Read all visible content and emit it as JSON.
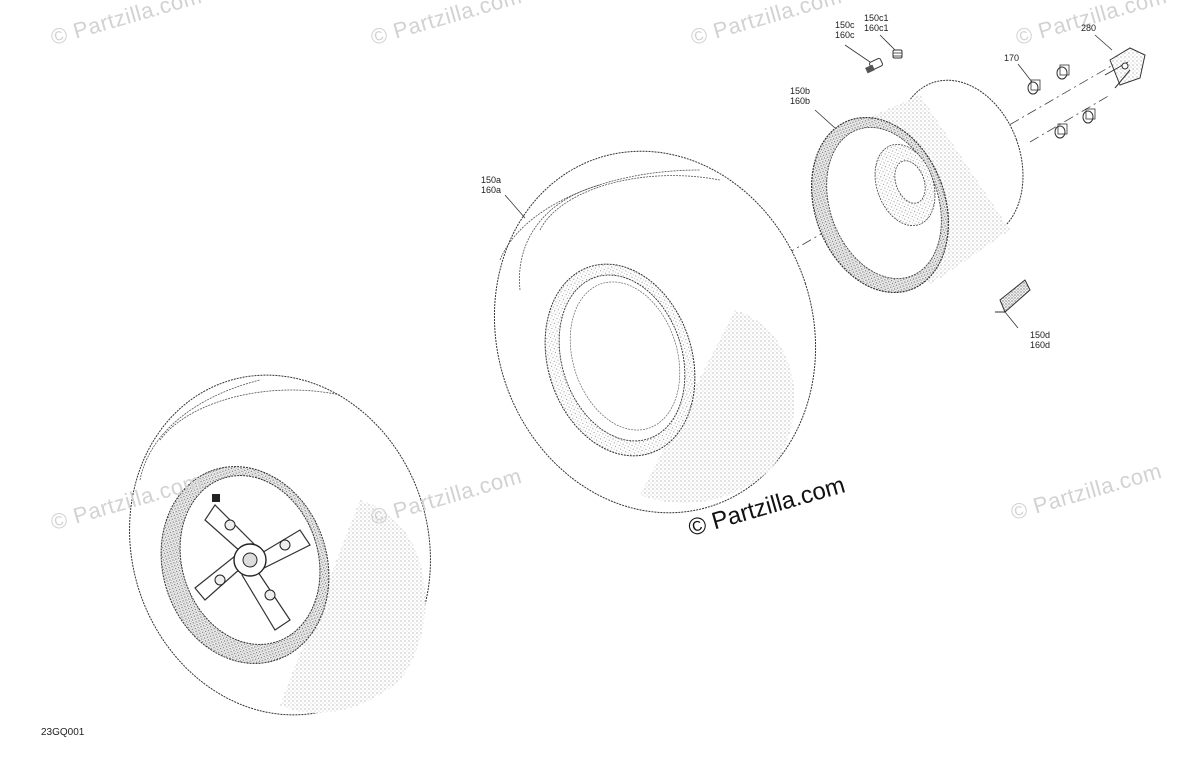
{
  "watermarks": {
    "brand": "© Partzilla.com",
    "main": "© Partzilla.com"
  },
  "callouts": {
    "tire_assembly": [
      "150a",
      "160a"
    ],
    "rim": [
      "150b",
      "160b"
    ],
    "valve_stem": [
      "150c",
      "160c"
    ],
    "valve_cap": [
      "150c1",
      "160c1"
    ],
    "lug_nut": "170",
    "hub_cap": "280",
    "wheel_weight": [
      "150d",
      "160d"
    ]
  },
  "diagram_code": "23GQ001"
}
